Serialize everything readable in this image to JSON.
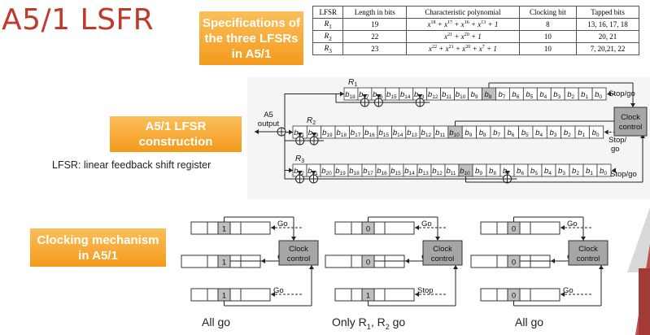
{
  "title": "A5/1 LSFR",
  "boxes": {
    "spec": "Specifications of the three LFSRs in A5/1",
    "construction": "A5/1 LFSR construction",
    "clocking": "Clocking mechanism in A5/1"
  },
  "construction_note": "LFSR: linear feedback shift register",
  "spec_table": {
    "headers": [
      "LFSR",
      "Length in bits",
      "Characteristic polynomial",
      "Clocking bit",
      "Tapped bits"
    ],
    "rows": [
      {
        "name": "R",
        "sub": "1",
        "length": "19",
        "poly": [
          "x",
          "18",
          " + x",
          "17",
          " + x",
          "16",
          " + x",
          "13",
          " + 1"
        ],
        "clock": "8",
        "taps": "13, 16, 17, 18"
      },
      {
        "name": "R",
        "sub": "2",
        "length": "22",
        "poly": [
          "x",
          "21",
          " + x",
          "20",
          " + 1"
        ],
        "clock": "10",
        "taps": "20, 21"
      },
      {
        "name": "R",
        "sub": "3",
        "length": "23",
        "poly": [
          "x",
          "22",
          " + x",
          "21",
          " + x",
          "20",
          " + x",
          "7",
          " + 1"
        ],
        "clock": "10",
        "taps": "7, 20,21, 22"
      }
    ]
  },
  "construction": {
    "r1_label": "R",
    "r1_sub": "1",
    "r2_label": "R",
    "r2_sub": "2",
    "r3_label": "R",
    "r3_sub": "3",
    "output_label_line1": "A5",
    "output_label_line2": "output",
    "clock_line1": "Clock",
    "clock_line2": "control",
    "stopgo_1": "Stop/go",
    "stopgo_2_line1": "Stop/",
    "stopgo_2_line2": "go",
    "stopgo_3": "Stop/go",
    "r1_cells": [
      "18",
      "17",
      "16",
      "15",
      "14",
      "13",
      "12",
      "11",
      "10",
      "9",
      "8",
      "7",
      "6",
      "5",
      "4",
      "3",
      "2",
      "1",
      "0"
    ],
    "r2_cells": [
      "21",
      "20",
      "19",
      "18",
      "17",
      "16",
      "15",
      "14",
      "13",
      "12",
      "11",
      "10",
      "9",
      "8",
      "7",
      "6",
      "5",
      "4",
      "3",
      "2",
      "1",
      "0"
    ],
    "r3_cells": [
      "22",
      "21",
      "20",
      "19",
      "18",
      "17",
      "16",
      "15",
      "14",
      "13",
      "12",
      "11",
      "10",
      "9",
      "8",
      "7",
      "6",
      "5",
      "4",
      "3",
      "2",
      "1",
      "0"
    ],
    "cell_prefix": "b"
  },
  "clocking_panels": [
    {
      "bits": [
        "1",
        "1",
        "1"
      ],
      "signals": [
        "Go",
        "Go",
        "Go"
      ],
      "caption": "All go",
      "caption_sub": ""
    },
    {
      "bits": [
        "0",
        "0",
        "1"
      ],
      "signals": [
        "Go",
        "Go",
        "Stop"
      ],
      "caption": "Only R",
      "caption_sub_parts": [
        "1",
        ", R",
        "2",
        " go"
      ]
    },
    {
      "bits": [
        "0",
        "0",
        "0"
      ],
      "signals": [
        "Go",
        "Go",
        "Go"
      ],
      "caption": "All go",
      "caption_sub": ""
    }
  ],
  "panel_clock_line1": "Clock",
  "panel_clock_line2": "control",
  "colors": {
    "title": "#c0392b",
    "box_top": "#fbbf5a",
    "box_bottom": "#f39a1c",
    "clock_fill": "#a6a6a6",
    "clock_bit_fill": "#bfbfbf"
  }
}
